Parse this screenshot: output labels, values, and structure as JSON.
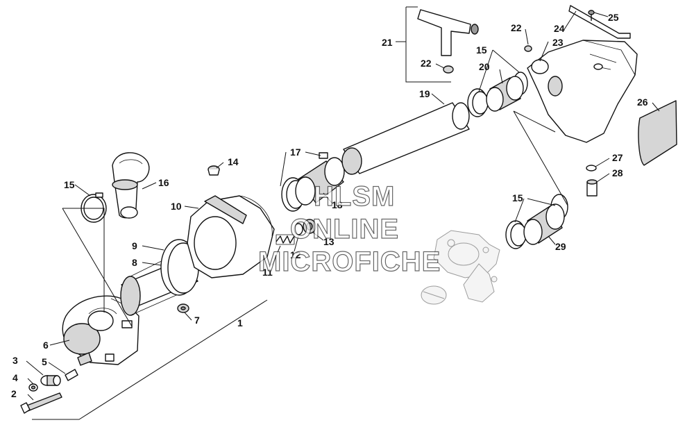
{
  "callouts": {
    "c1": "1",
    "c2": "2",
    "c3": "3",
    "c4": "4",
    "c5": "5",
    "c6": "6",
    "c7": "7",
    "c8": "8",
    "c9": "9",
    "c10": "10",
    "c11": "11",
    "c12": "12",
    "c13": "13",
    "c14": "14",
    "c15a": "15",
    "c15b": "15",
    "c15c": "15",
    "c16": "16",
    "c17": "17",
    "c18": "18",
    "c19": "19",
    "c20": "20",
    "c21": "21",
    "c22a": "22",
    "c22b": "22",
    "c23": "23",
    "c24": "24",
    "c25": "25",
    "c26": "26",
    "c27": "27",
    "c28": "28",
    "c29": "29"
  },
  "watermark": {
    "line1": "HLSM",
    "line2": "ONLINE",
    "line3": "MICROFICHE"
  }
}
